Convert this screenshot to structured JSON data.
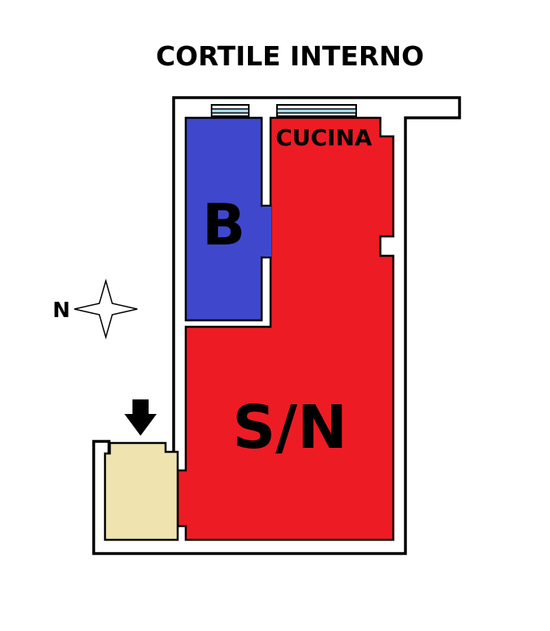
{
  "title": "CORTILE INTERNO",
  "rooms": {
    "bathroom": {
      "label": "B",
      "color": "#3f48cc"
    },
    "kitchen": {
      "label": "CUCINA"
    },
    "living": {
      "label": "S/N",
      "color": "#ed1c24"
    },
    "entrance": {
      "color": "#efe4b0"
    }
  },
  "compass": {
    "label": "N"
  },
  "colors": {
    "wall": "#000000",
    "window": "#a8dced"
  }
}
